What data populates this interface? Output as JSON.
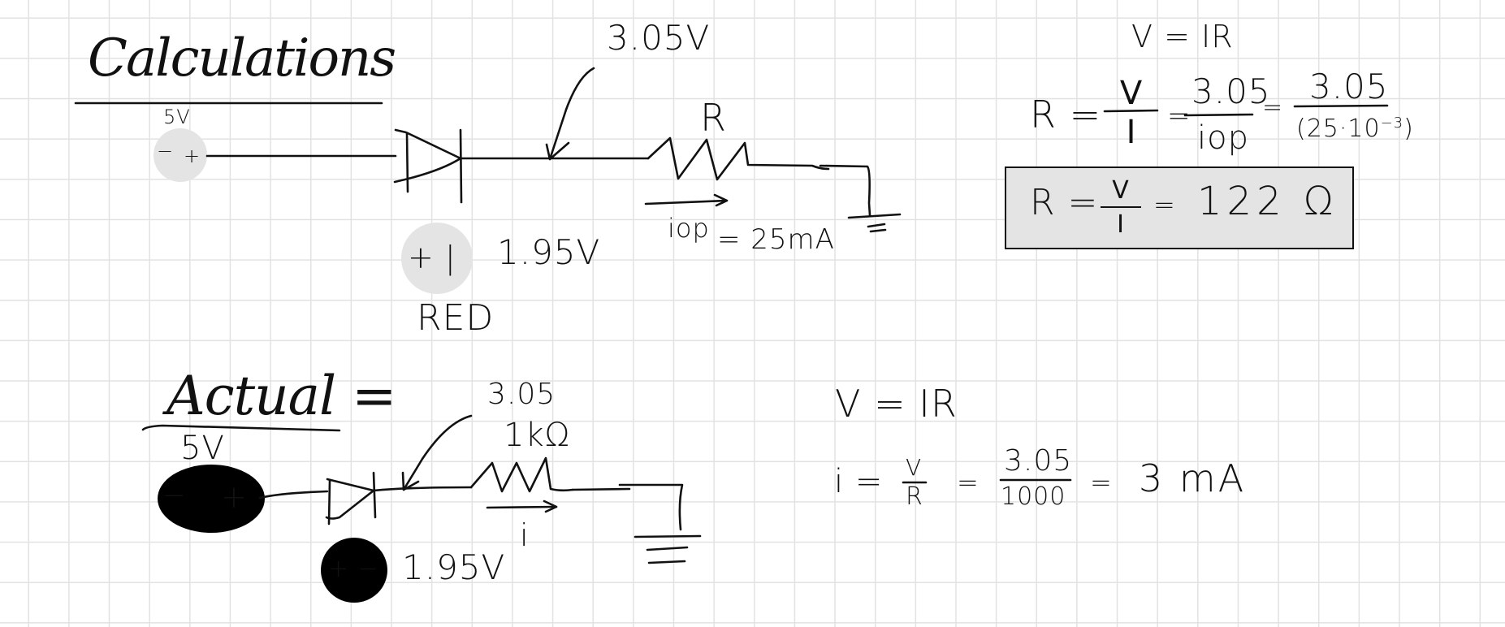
{
  "sheet": {
    "background": "#ffffff",
    "grid_color": "#e2e2e2",
    "ink_color": "#111111",
    "highlight_fill": "#e4e4e4"
  },
  "calculations": {
    "title": "Calculations",
    "source_label": "5V",
    "source_minus": "−",
    "source_plus": "+",
    "node_voltage": "3.05V",
    "resistor_label": "R",
    "current_label": "iop",
    "current_value": "= 25mA",
    "led_polarity": "+ |",
    "led_voltage": "1.95V",
    "led_color": "RED",
    "formulas": {
      "ohms_law": "V = IR",
      "r_lhs": "R =",
      "frac1_num": "V",
      "frac1_den": "I",
      "eq1": "=",
      "frac2_num": "3.05",
      "frac2_den": "iop",
      "eq2": "=",
      "frac3_num": "3.05",
      "frac3_den_base": "(25·10",
      "frac3_den_exp": "−3",
      "frac3_den_close": ")"
    },
    "result": {
      "lhs": "R =",
      "frac_num": "V",
      "frac_den": "I",
      "eq": "=",
      "value": "122 Ω"
    }
  },
  "actual": {
    "title": "Actual =",
    "source_label": "5V",
    "source_minus": "−",
    "source_plus": "+",
    "node_voltage": "3.05",
    "resistor_label": "1kΩ",
    "current_label": "i",
    "led_polarity": "+ −",
    "led_voltage": "1.95V",
    "formulas": {
      "ohms_law": "V = IR",
      "i_lhs": "i =",
      "frac1_num": "V",
      "frac1_den": "R",
      "eq1": "=",
      "frac2_num": "3.05",
      "frac2_den": "1000",
      "eq2": "=",
      "value": "3 mA"
    }
  }
}
